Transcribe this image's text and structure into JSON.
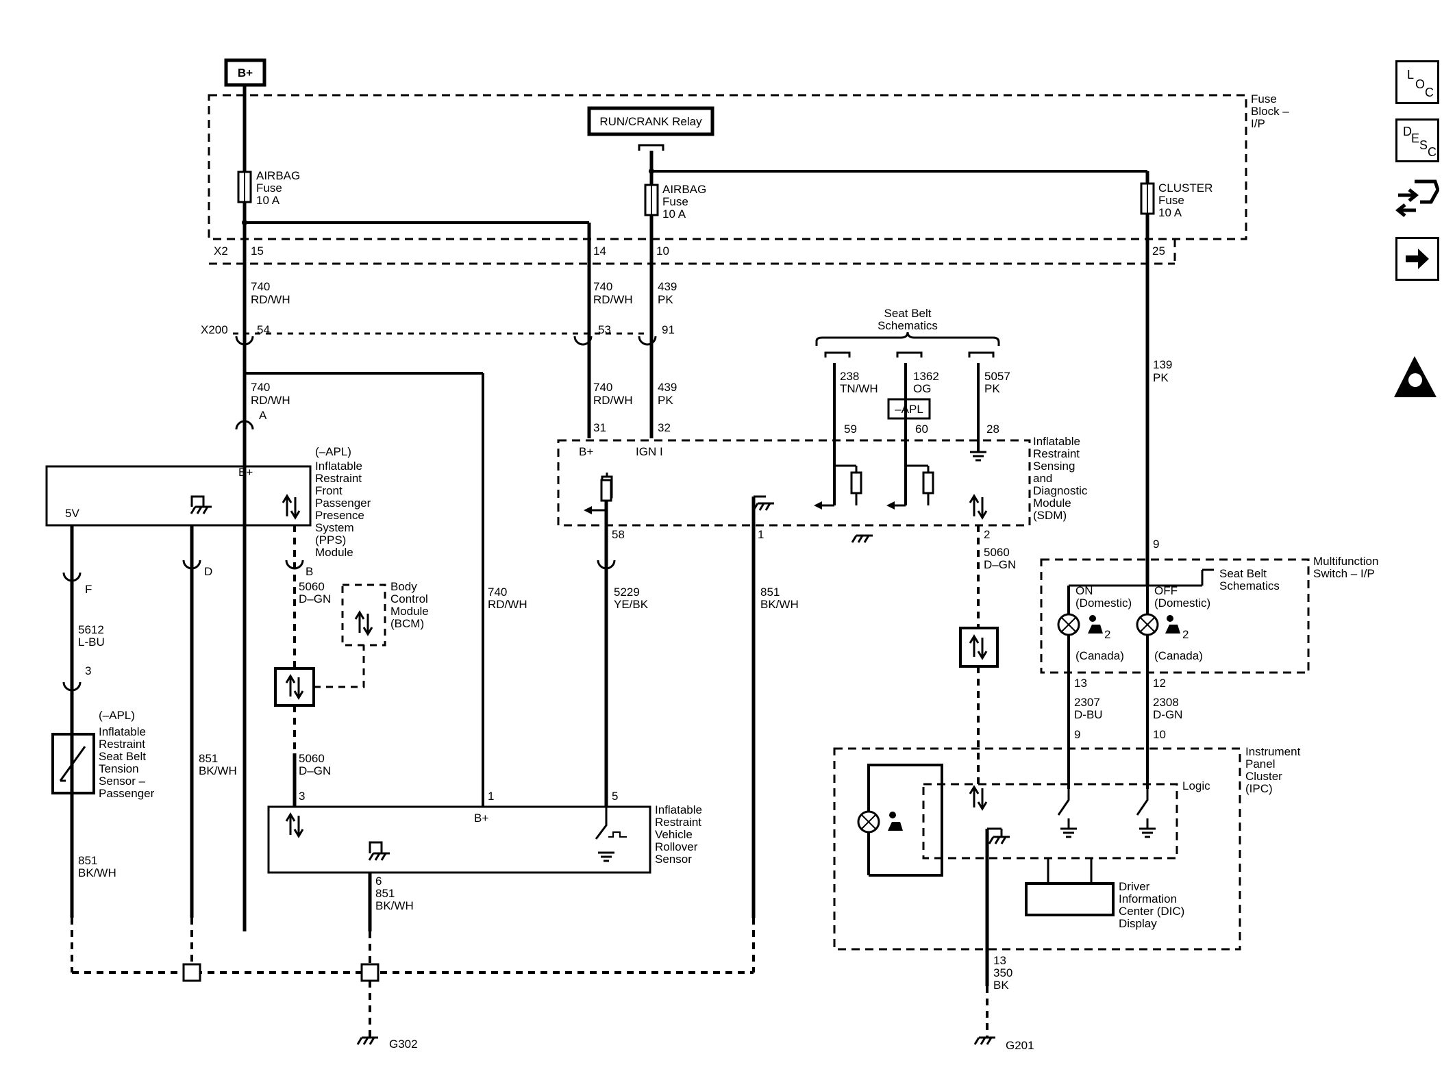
{
  "power": {
    "bplus": "B+"
  },
  "relay": {
    "run_crank": "RUN/CRANK Relay"
  },
  "fuse_block": {
    "label_l1": "Fuse",
    "label_l2": "Block –",
    "label_l3": "I/P"
  },
  "fuses": {
    "airbag1": {
      "l1": "AIRBAG",
      "l2": "Fuse",
      "l3": "10 A"
    },
    "airbag2": {
      "l1": "AIRBAG",
      "l2": "Fuse",
      "l3": "10 A"
    },
    "cluster": {
      "l1": "CLUSTER",
      "l2": "Fuse",
      "l3": "10 A"
    }
  },
  "connectors": {
    "x2": "X2",
    "x200": "X200"
  },
  "pins": {
    "p15": "15",
    "p14": "14",
    "p10": "10",
    "p25": "25",
    "p54": "54",
    "p53": "53",
    "p91": "91",
    "pA": "A",
    "p31": "31",
    "p32": "32",
    "p59": "59",
    "p60": "60",
    "p28": "28",
    "pF": "F",
    "pD": "D",
    "pB": "B",
    "p3a": "3",
    "p58": "58",
    "p1a": "1",
    "p2": "2",
    "p9a": "9",
    "p13a": "13",
    "p12": "12",
    "p9b": "9",
    "p10b": "10",
    "p3b": "3",
    "p1b": "1",
    "p5": "5",
    "p6": "6",
    "p13b": "13"
  },
  "wires": {
    "w740_1": {
      "num": "740",
      "color": "RD/WH"
    },
    "w740_2": {
      "num": "740",
      "color": "RD/WH"
    },
    "w439_1": {
      "num": "439",
      "color": "PK"
    },
    "w740_3": {
      "num": "740",
      "color": "RD/WH"
    },
    "w740_4": {
      "num": "740",
      "color": "RD/WH"
    },
    "w439_2": {
      "num": "439",
      "color": "PK"
    },
    "w139": {
      "num": "139",
      "color": "PK"
    },
    "w238": {
      "num": "238",
      "color": "TN/WH"
    },
    "w1362": {
      "num": "1362",
      "color": "OG"
    },
    "w5057": {
      "num": "5057",
      "color": "PK"
    },
    "w5612": {
      "num": "5612",
      "color": "L-BU"
    },
    "w5060_1": {
      "num": "5060",
      "color": "D–GN"
    },
    "w740_5": {
      "num": "740",
      "color": "RD/WH"
    },
    "w5229": {
      "num": "5229",
      "color": "YE/BK"
    },
    "w851_1": {
      "num": "851",
      "color": "BK/WH"
    },
    "w5060_2": {
      "num": "5060",
      "color": "D–GN"
    },
    "w851_2": {
      "num": "851",
      "color": "BK/WH"
    },
    "w5060_3": {
      "num": "5060",
      "color": "D–GN"
    },
    "w851_3": {
      "num": "851",
      "color": "BK/WH"
    },
    "w851_4": {
      "num": "851",
      "color": "BK/WH"
    },
    "w2307": {
      "num": "2307",
      "color": "D-BU"
    },
    "w2308": {
      "num": "2308",
      "color": "D-GN"
    },
    "w350": {
      "num": "350",
      "color": "BK"
    }
  },
  "modules": {
    "pps": {
      "apl": "(–APL)",
      "lines": [
        "Inflatable",
        "Restraint",
        "Front",
        "Passenger",
        "Presence",
        "System",
        "(PPS)",
        "Module"
      ],
      "bplus": "B+",
      "v5": "5V"
    },
    "sdm": {
      "lines": [
        "Inflatable",
        "Restraint",
        "Sensing",
        "and",
        "Diagnostic",
        "Module",
        "(SDM)"
      ],
      "bplus": "B+",
      "ign": "IGN I"
    },
    "seatbelt_sch": {
      "l1": "Seat Belt",
      "l2": "Schematics"
    },
    "apl_box": "–APL",
    "bcm": {
      "lines": [
        "Body",
        "Control",
        "Module",
        "(BCM)"
      ]
    },
    "tension": {
      "apl": "(–APL)",
      "lines": [
        "Inflatable",
        "Restraint",
        "Seat Belt",
        "Tension",
        "Sensor –",
        "Passenger"
      ]
    },
    "rollover": {
      "lines": [
        "Inflatable",
        "Restraint",
        "Vehicle",
        "Rollover",
        "Sensor"
      ],
      "bplus": "B+"
    },
    "mfs": {
      "l1": "Multifunction",
      "l2": "Switch – I/P",
      "on": "ON",
      "on_sub": "(Domestic)",
      "off": "OFF",
      "off_sub": "(Domestic)",
      "canada1": "(Canada)",
      "canada2": "(Canada)",
      "sb_l1": "Seat Belt",
      "sb_l2": "Schematics",
      "two_a": "2",
      "two_b": "2"
    },
    "ipc": {
      "lines": [
        "Instrument",
        "Panel",
        "Cluster",
        "(IPC)"
      ],
      "logic": "Logic"
    },
    "dic": {
      "lines": [
        "Driver",
        "Information",
        "Center (DIC)",
        "Display"
      ]
    }
  },
  "grounds": {
    "g302": "G302",
    "g201": "G201"
  },
  "sidebar": {
    "loc": {
      "a": "L",
      "b": "O",
      "c": "C"
    },
    "desc": {
      "a": "D",
      "b": "E",
      "c": "S",
      "d": "C"
    }
  }
}
